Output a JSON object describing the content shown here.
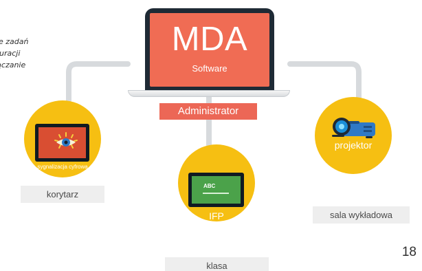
{
  "sidebar_text": {
    "line1": "e zadań",
    "line2": "guracji",
    "line3": "łączanie"
  },
  "laptop": {
    "title": "MDA",
    "subtitle": "Software"
  },
  "admin": {
    "label": "Administrator"
  },
  "nodes": [
    {
      "caption": "sygnalizacja cyfrowa",
      "location": "korytarz",
      "icon": "digital-signage-icon"
    },
    {
      "caption": "IFP",
      "location": "klasa",
      "board_text": "ABC",
      "icon": "interactive-display-icon"
    },
    {
      "caption": "projektor",
      "location": "sala wykładowa",
      "icon": "projector-icon"
    }
  ],
  "page": {
    "number": "18"
  },
  "colors": {
    "laptop_screen": "#f06c54",
    "admin_badge": "#ec6756",
    "node_fill": "#f6bf12",
    "connector": "#d7dadd",
    "signage_screen": "#d94e32",
    "projector_body": "#2f79c6",
    "board_screen": "#4ba24a"
  }
}
